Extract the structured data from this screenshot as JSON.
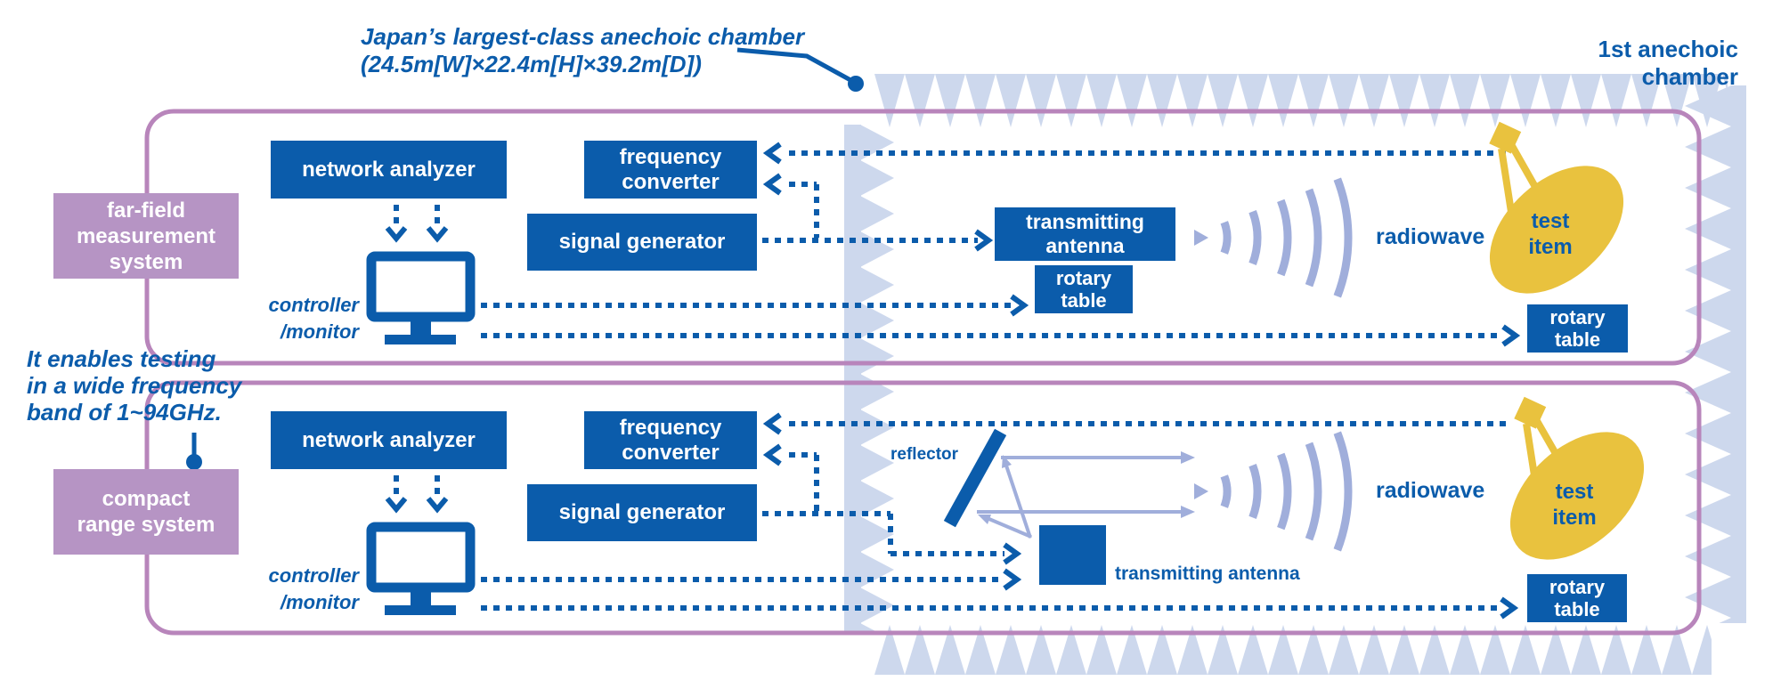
{
  "colors": {
    "brand_blue": "#0b5cab",
    "mauve_border": "#b885bb",
    "mauve_fill": "#b694c4",
    "absorber_blue": "#cdd8ed",
    "wave_periwinkle": "#a0aedb",
    "test_item_yellow": "#e9c23e"
  },
  "header": {
    "chamber_note": "Japan’s largest-class anechoic chamber\n(24.5m[W]×22.4m[H]×39.2m[D])",
    "chamber_title": "1st anechoic chamber"
  },
  "side_note": "It enables testing\nin a wide frequency\nband of 1~94GHz.",
  "systems": [
    {
      "label": "far-field\nmeasurement\nsystem",
      "network_analyzer": "network analyzer",
      "frequency_converter": "frequency\nconverter",
      "signal_generator": "signal generator",
      "controller_monitor": "controller\n/monitor",
      "transmitting_antenna": "transmitting\nantenna",
      "rotary_table_inner": "rotary\ntable",
      "rotary_table_item": "rotary\ntable",
      "radiowave": "radiowave",
      "test_item": "test\nitem"
    },
    {
      "label": "compact\nrange system",
      "network_analyzer": "network analyzer",
      "frequency_converter": "frequency\nconverter",
      "signal_generator": "signal generator",
      "controller_monitor": "controller\n/monitor",
      "reflector": "reflector",
      "transmitting_antenna": "transmitting antenna",
      "rotary_table_item": "rotary\ntable",
      "radiowave": "radiowave",
      "test_item": "test\nitem"
    }
  ]
}
